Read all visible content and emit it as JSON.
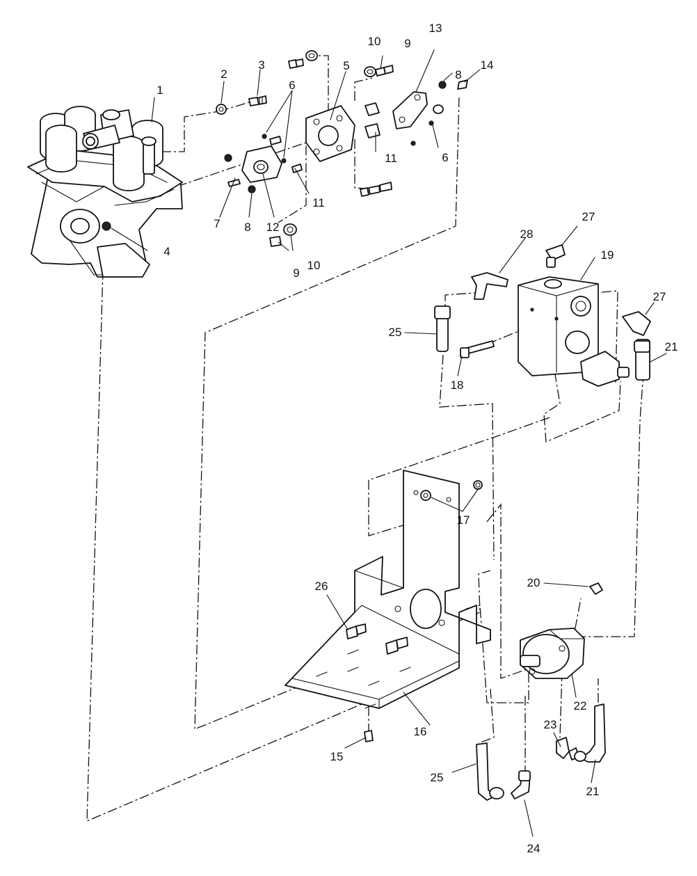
{
  "diagram": {
    "callouts": [
      {
        "id": "c1",
        "text": "1"
      },
      {
        "id": "c2",
        "text": "2"
      },
      {
        "id": "c3",
        "text": "3"
      },
      {
        "id": "c4",
        "text": "4"
      },
      {
        "id": "c5",
        "text": "5"
      },
      {
        "id": "c6a",
        "text": "6"
      },
      {
        "id": "c6b",
        "text": "6"
      },
      {
        "id": "c7",
        "text": "7"
      },
      {
        "id": "c8a",
        "text": "8"
      },
      {
        "id": "c8b",
        "text": "8"
      },
      {
        "id": "c9a",
        "text": "9"
      },
      {
        "id": "c9b",
        "text": "9"
      },
      {
        "id": "c10a",
        "text": "10"
      },
      {
        "id": "c10b",
        "text": "10"
      },
      {
        "id": "c11a",
        "text": "11"
      },
      {
        "id": "c11b",
        "text": "11"
      },
      {
        "id": "c12",
        "text": "12"
      },
      {
        "id": "c13",
        "text": "13"
      },
      {
        "id": "c14",
        "text": "14"
      },
      {
        "id": "c15",
        "text": "15"
      },
      {
        "id": "c16",
        "text": "16"
      },
      {
        "id": "c17",
        "text": "17"
      },
      {
        "id": "c18",
        "text": "18"
      },
      {
        "id": "c19",
        "text": "19"
      },
      {
        "id": "c20",
        "text": "20"
      },
      {
        "id": "c21a",
        "text": "21"
      },
      {
        "id": "c21b",
        "text": "21"
      },
      {
        "id": "c22",
        "text": "22"
      },
      {
        "id": "c23",
        "text": "23"
      },
      {
        "id": "c24",
        "text": "24"
      },
      {
        "id": "c25a",
        "text": "25"
      },
      {
        "id": "c25b",
        "text": "25"
      },
      {
        "id": "c26",
        "text": "26"
      },
      {
        "id": "c27a",
        "text": "27"
      },
      {
        "id": "c27b",
        "text": "27"
      },
      {
        "id": "c28",
        "text": "28"
      }
    ]
  }
}
